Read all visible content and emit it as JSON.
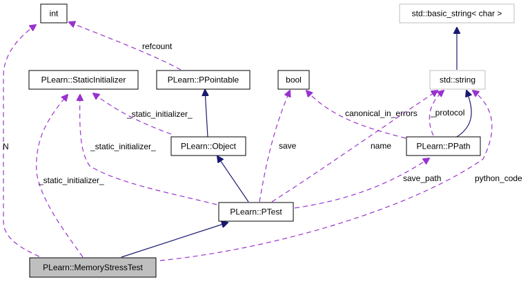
{
  "diagram": {
    "type": "collaboration-graph",
    "colors": {
      "inheritance_edge": "#191970",
      "usage_edge": "#9a32cd",
      "focus_node_fill": "#bfbfbf",
      "external_node_border": "#bfbfbf",
      "node_border": "#000000"
    },
    "nodes": {
      "int": {
        "label": "int"
      },
      "static_initializer": {
        "label": "PLearn::StaticInitializer"
      },
      "ppointable": {
        "label": "PLearn::PPointable"
      },
      "bool": {
        "label": "bool"
      },
      "basic_string": {
        "label": "std::basic_string< char >"
      },
      "std_string": {
        "label": "std::string"
      },
      "object": {
        "label": "PLearn::Object"
      },
      "ppath": {
        "label": "PLearn::PPath"
      },
      "ptest": {
        "label": "PLearn::PTest"
      },
      "memory_stress_test": {
        "label": "PLearn::MemoryStressTest"
      }
    },
    "edges": {
      "refcount": {
        "label": "refcount",
        "from": "PLearn::PPointable",
        "to": "int",
        "kind": "usage"
      },
      "n": {
        "label": "N",
        "from": "PLearn::MemoryStressTest",
        "to": "int",
        "kind": "usage"
      },
      "obj_static_init": {
        "label": "_static_initializer_",
        "from": "PLearn::Object",
        "to": "PLearn::StaticInitializer",
        "kind": "usage"
      },
      "ptest_static_init": {
        "label": "_static_initializer_",
        "from": "PLearn::PTest",
        "to": "PLearn::StaticInitializer",
        "kind": "usage"
      },
      "mst_static_init": {
        "label": "_static_initializer_",
        "from": "PLearn::MemoryStressTest",
        "to": "PLearn::StaticInitializer",
        "kind": "usage"
      },
      "save": {
        "label": "save",
        "from": "PLearn::PTest",
        "to": "bool",
        "kind": "usage"
      },
      "canonical_in_errors": {
        "label": "canonical_in_errors",
        "from": "PLearn::PPath",
        "to": "bool",
        "kind": "usage"
      },
      "name": {
        "label": "name",
        "from": "PLearn::PTest",
        "to": "std::string",
        "kind": "usage"
      },
      "protocol": {
        "label": "_protocol",
        "from": "PLearn::PPath",
        "to": "std::string",
        "kind": "usage"
      },
      "save_path": {
        "label": "save_path",
        "from": "PLearn::PTest",
        "to": "PLearn::PPath",
        "kind": "usage"
      },
      "python_code": {
        "label": "python_code",
        "from": "PLearn::MemoryStressTest",
        "to": "std::string",
        "kind": "usage"
      },
      "ppointable_object": {
        "label": "",
        "from": "PLearn::Object",
        "to": "PLearn::PPointable",
        "kind": "inheritance"
      },
      "object_ptest": {
        "label": "",
        "from": "PLearn::PTest",
        "to": "PLearn::Object",
        "kind": "inheritance"
      },
      "ptest_mst": {
        "label": "",
        "from": "PLearn::MemoryStressTest",
        "to": "PLearn::PTest",
        "kind": "inheritance"
      },
      "string_basic": {
        "label": "",
        "from": "std::string",
        "to": "std::basic_string< char >",
        "kind": "inheritance"
      },
      "string_ppath": {
        "label": "",
        "from": "PLearn::PPath",
        "to": "std::string",
        "kind": "inheritance"
      }
    }
  }
}
